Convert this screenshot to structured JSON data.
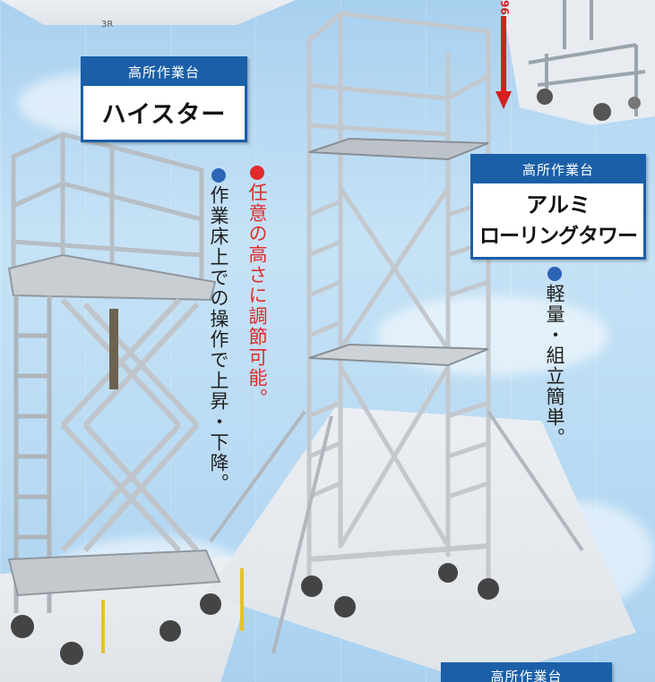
{
  "top_left_code": "3R",
  "top_right_sideways": "96",
  "histar": {
    "category": "高所作業台",
    "name": "ハイスター",
    "feature": "作業床上での操作で上昇・下降。"
  },
  "middle_feature": "任意の高さに調節可能。",
  "aluminum_tower": {
    "category": "高所作業台",
    "name_line1": "アルミ",
    "name_line2": "ローリングタワー",
    "feature": "軽量・組立簡単。"
  },
  "bottom_partial": {
    "category": "高所作業台"
  },
  "colors": {
    "label_blue": "#1b5fa8",
    "blue_dot": "#2c64b8",
    "red_text": "#e12a2a",
    "arrow_red": "#d42020"
  }
}
